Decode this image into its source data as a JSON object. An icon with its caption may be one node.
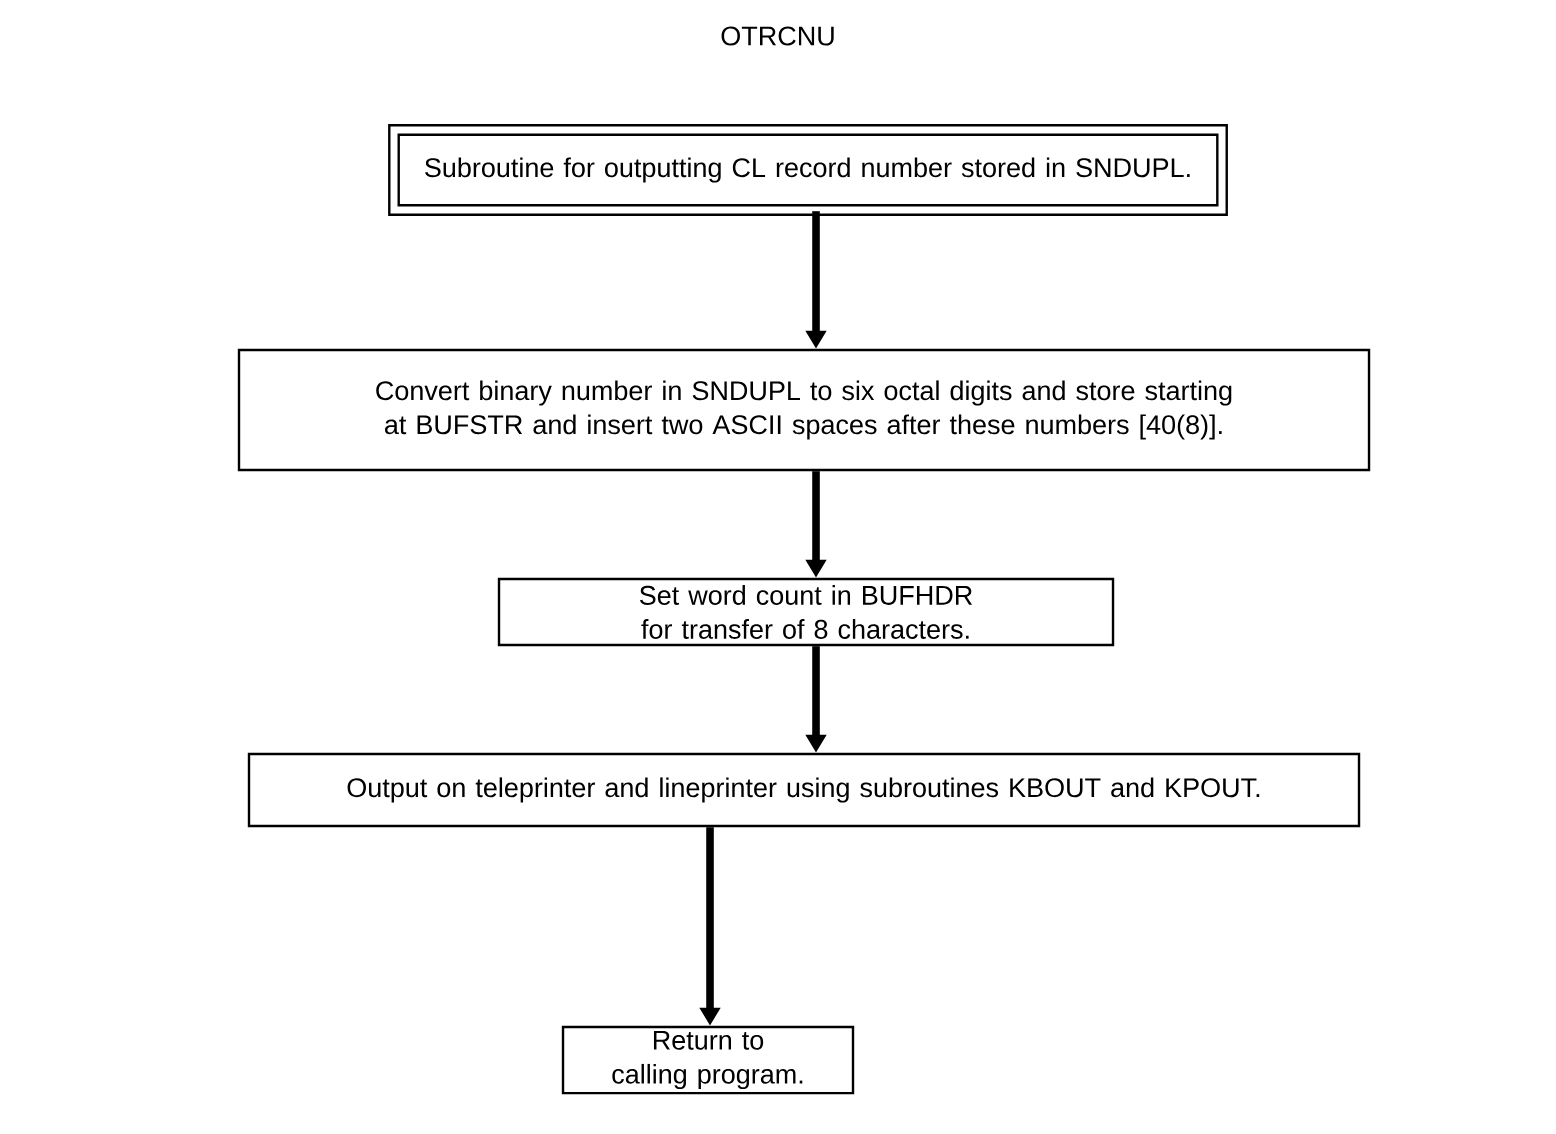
{
  "diagram": {
    "title": "OTRCNU",
    "nodes": [
      {
        "text": [
          "Subroutine for outputting CL record number stored in SNDUPL."
        ]
      },
      {
        "text": [
          "Convert binary number in SNDUPL to six octal digits and store starting at BUFSTR and insert two ASCII spaces after these numbers [40(8)]."
        ]
      },
      {
        "text": [
          "Set word count in BUFHDR for transfer of 8 characters."
        ]
      },
      {
        "text": [
          "Output on teleprinter and lineprinter using subroutines KBOUT and KPOUT."
        ]
      },
      {
        "text": [
          "Return to calling program."
        ]
      }
    ],
    "edges": [
      {
        "from": 0,
        "to": 1,
        "arrow": "to"
      },
      {
        "from": 1,
        "to": 2,
        "arrow": "to"
      },
      {
        "from": 2,
        "to": 3,
        "arrow": "to"
      },
      {
        "from": 3,
        "to": 4,
        "arrow": "to"
      }
    ]
  }
}
